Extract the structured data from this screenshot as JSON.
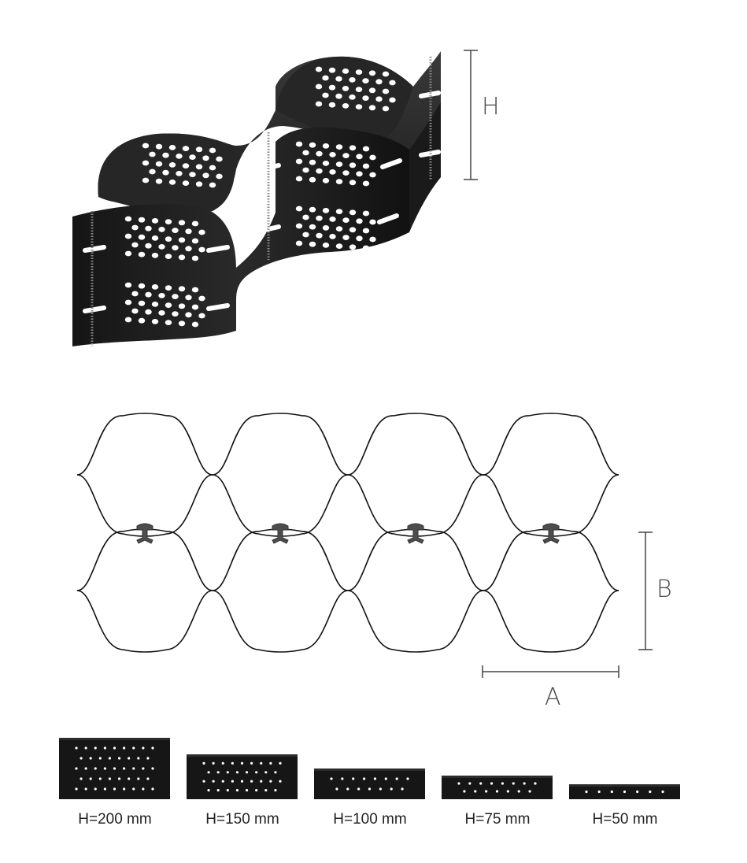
{
  "dimensions": {
    "height_label": "H",
    "width_label": "A",
    "depth_label": "B"
  },
  "heights": [
    {
      "label": "H=200 mm",
      "rows": 5
    },
    {
      "label": "H=150 mm",
      "rows": 4
    },
    {
      "label": "H=100 mm",
      "rows": 2
    },
    {
      "label": "H=75 mm",
      "rows": 2
    },
    {
      "label": "H=50 mm",
      "rows": 1
    }
  ],
  "colors": {
    "panel": "#1c1c1c",
    "panel_top": "#2e2e2e",
    "outline": "#111111",
    "connector": "#555555",
    "dim_line": "#444444"
  }
}
